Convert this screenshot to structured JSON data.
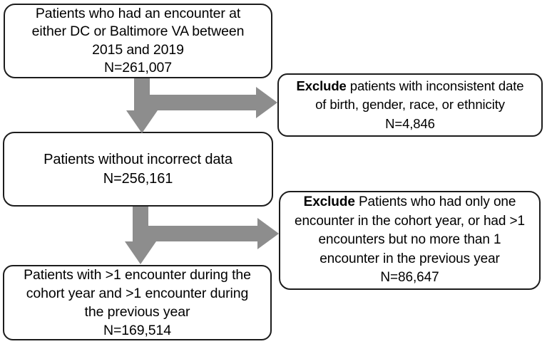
{
  "figure": {
    "type": "flowchart",
    "colors": {
      "background": "#ffffff",
      "box_fill": "#ffffff",
      "box_border": "#1c1c1c",
      "arrow": "#8d8d8d",
      "text": "#000000"
    },
    "boxes": {
      "cohort_start": {
        "lines": [
          "Patients who had an encounter at",
          "either DC or Baltimore VA between",
          "2015 and 2019",
          "N=261,007"
        ]
      },
      "exclude_inconsistent": {
        "bold_word": "Exclude",
        "line1_rest": " patients with inconsistent date",
        "lines": [
          "of birth, gender, race, or ethnicity",
          "N=4,846"
        ]
      },
      "clean_data": {
        "lines": [
          "Patients without incorrect data",
          "N=256,161"
        ]
      },
      "exclude_single_encounter": {
        "bold_word": "Exclude",
        "line1_rest": " Patients who had only one",
        "lines": [
          "encounter in the cohort year, or had >1",
          "encounters but no more than 1",
          "encounter in the previous year",
          "N=86,647"
        ]
      },
      "final_cohort": {
        "lines": [
          "Patients with >1 encounter during the",
          "cohort year and >1 encounter during",
          "the previous year",
          "N=169,514"
        ]
      }
    },
    "arrows": [
      {
        "name": "arrow-down-1",
        "direction": "down",
        "from": "cohort_start",
        "to": "clean_data"
      },
      {
        "name": "arrow-branch-1",
        "direction": "right",
        "from": "cohort_start",
        "to": "exclude_inconsistent"
      },
      {
        "name": "arrow-down-2",
        "direction": "down",
        "from": "clean_data",
        "to": "final_cohort"
      },
      {
        "name": "arrow-branch-2",
        "direction": "right",
        "from": "clean_data",
        "to": "exclude_single_encounter"
      }
    ]
  }
}
